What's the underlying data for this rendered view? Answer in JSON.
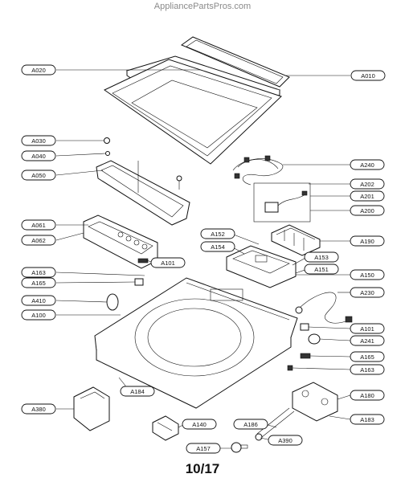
{
  "watermark": "AppliancePartsPros.com",
  "page_number": "10/17",
  "callouts": [
    {
      "id": "A020",
      "label": "A020"
    },
    {
      "id": "A010",
      "label": "A010"
    },
    {
      "id": "A030",
      "label": "A030"
    },
    {
      "id": "A040",
      "label": "A040"
    },
    {
      "id": "A050",
      "label": "A050"
    },
    {
      "id": "A240",
      "label": "A240"
    },
    {
      "id": "A202",
      "label": "A202"
    },
    {
      "id": "A201",
      "label": "A201"
    },
    {
      "id": "A200",
      "label": "A200"
    },
    {
      "id": "A061",
      "label": "A061"
    },
    {
      "id": "A062",
      "label": "A062"
    },
    {
      "id": "A152",
      "label": "A152"
    },
    {
      "id": "A154",
      "label": "A154"
    },
    {
      "id": "A190",
      "label": "A190"
    },
    {
      "id": "A153",
      "label": "A153"
    },
    {
      "id": "A151",
      "label": "A151"
    },
    {
      "id": "A101a",
      "label": "A101"
    },
    {
      "id": "A163a",
      "label": "A163"
    },
    {
      "id": "A150",
      "label": "A150"
    },
    {
      "id": "A165a",
      "label": "A165"
    },
    {
      "id": "A230",
      "label": "A230"
    },
    {
      "id": "A410",
      "label": "A410"
    },
    {
      "id": "A100",
      "label": "A100"
    },
    {
      "id": "A101b",
      "label": "A101"
    },
    {
      "id": "A241",
      "label": "A241"
    },
    {
      "id": "A165b",
      "label": "A165"
    },
    {
      "id": "A163b",
      "label": "A163"
    },
    {
      "id": "A184",
      "label": "A184"
    },
    {
      "id": "A180",
      "label": "A180"
    },
    {
      "id": "A380",
      "label": "A380"
    },
    {
      "id": "A183",
      "label": "A183"
    },
    {
      "id": "A140",
      "label": "A140"
    },
    {
      "id": "A186",
      "label": "A186"
    },
    {
      "id": "A157",
      "label": "A157"
    },
    {
      "id": "A390",
      "label": "A390"
    }
  ]
}
